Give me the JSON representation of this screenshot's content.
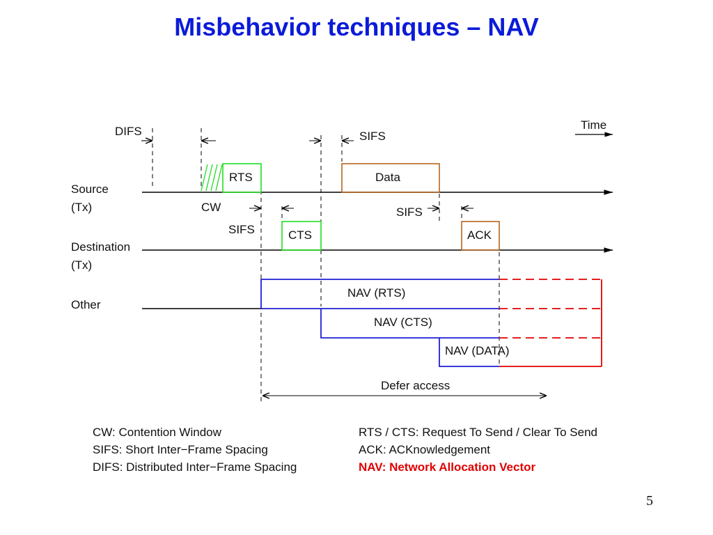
{
  "slide": {
    "title": "Misbehavior techniques – NAV",
    "page_number": "5"
  },
  "diagram": {
    "time_label": "Time",
    "rows": {
      "source_line1": "Source",
      "source_line2": "(Tx)",
      "destination_line1": "Destination",
      "destination_line2": "(Tx)",
      "other": "Other"
    },
    "labels": {
      "difs": "DIFS",
      "sifs_top": "SIFS",
      "cw": "CW",
      "sifs_rts_cts": "SIFS",
      "sifs_data_ack": "SIFS",
      "defer_access": "Defer access"
    },
    "frames": {
      "rts": "RTS",
      "data": "Data",
      "cts": "CTS",
      "ack": "ACK",
      "nav_rts": "NAV (RTS)",
      "nav_cts": "NAV (CTS)",
      "nav_data": "NAV (DATA)"
    },
    "colors": {
      "rts_cts": "#22dd22",
      "data_ack": "#b5651d",
      "nav": "#1f1fd6",
      "misbehavior": "#e00000"
    }
  },
  "legend": {
    "left": [
      "CW: Contention Window",
      "SIFS: Short Inter−Frame Spacing",
      "DIFS: Distributed Inter−Frame Spacing"
    ],
    "right": [
      "RTS / CTS: Request To Send / Clear To Send",
      "ACK: ACKnowledgement",
      "NAV: Network Allocation Vector"
    ]
  }
}
